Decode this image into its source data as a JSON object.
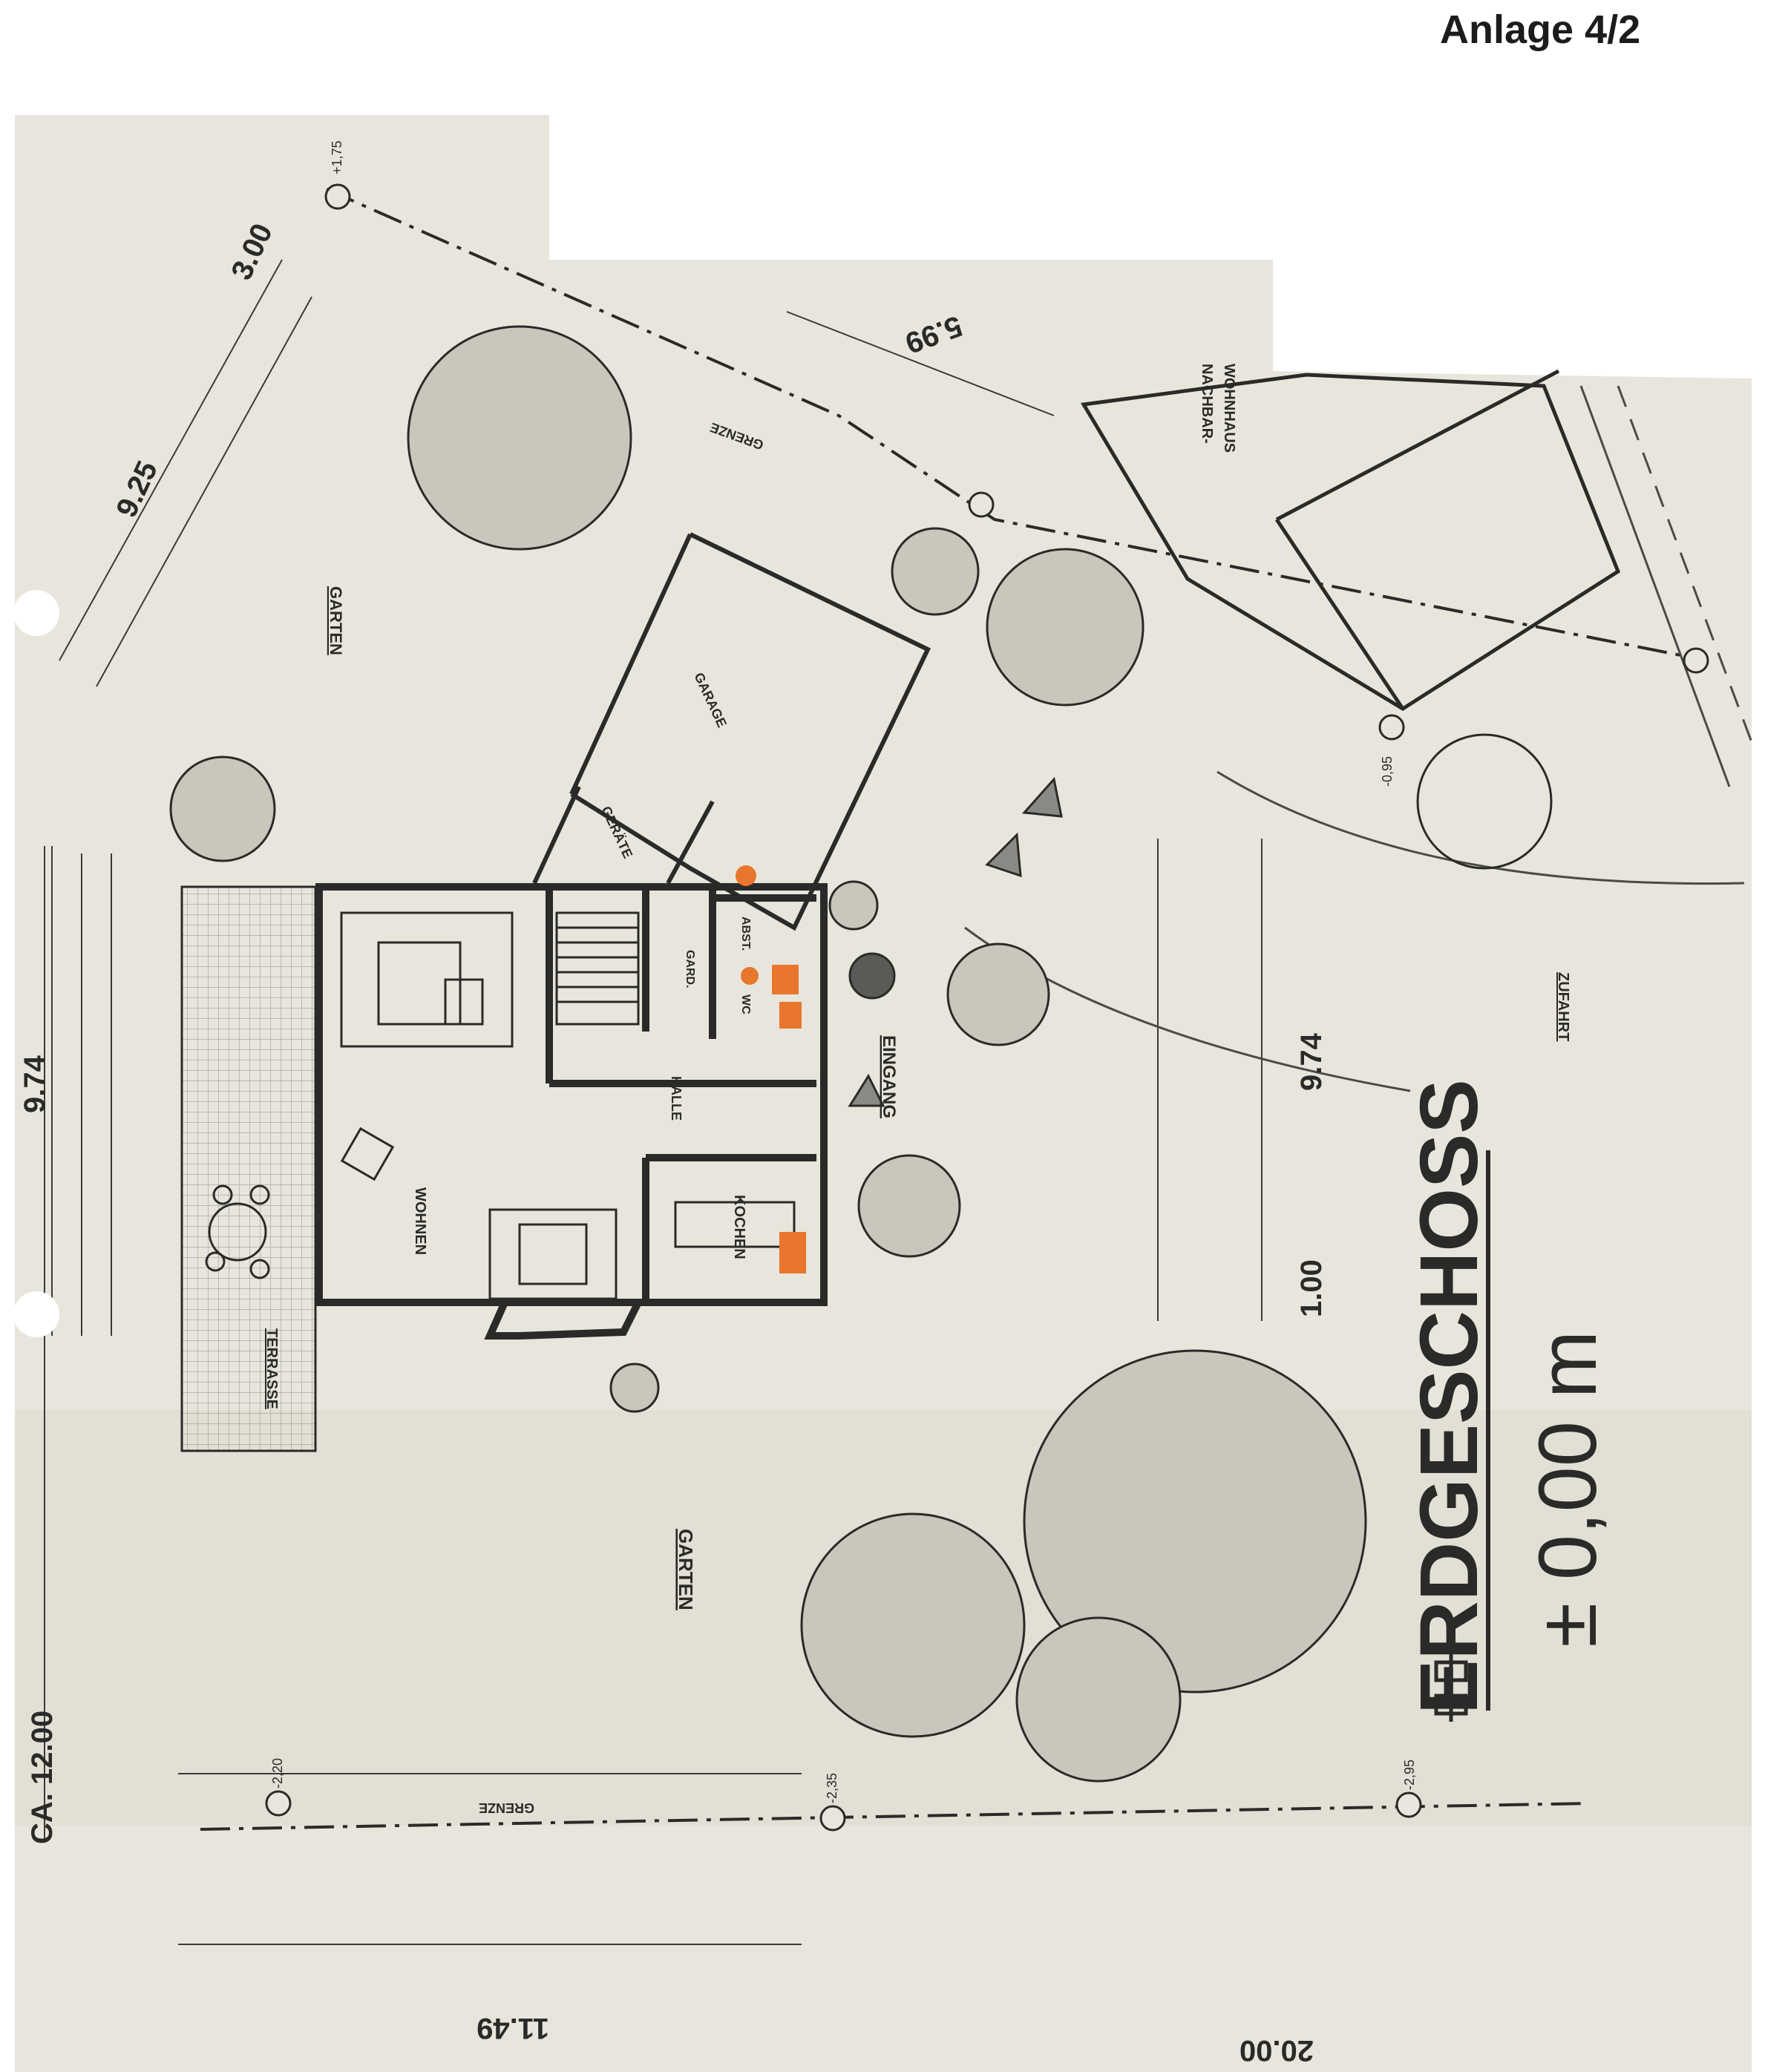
{
  "annex_label": "Anlage 4/2",
  "floor_title": "ERDGESCHOSS",
  "floor_level": "± 0,00 m",
  "rooms": {
    "wohnen": "WOHNEN",
    "kochen": "KOCHEN",
    "halle": "HALLE",
    "garderobe": "GARD.",
    "abstellraum": "ABST.",
    "wc": "WC",
    "garage": "GARAGE",
    "geraete": "GERÄTE",
    "terrasse": "TERRASSE",
    "eingang": "EINGANG",
    "garten_top": "GARTEN",
    "garten_bottom": "GARTEN",
    "zufahrt": "ZUFAHRT",
    "nachbar_1": "NACHBAR-",
    "nachbar_2": "WOHNHAUS"
  },
  "boundary": {
    "grenze_top": "GRENZE",
    "grenze_bottom": "GRENZE"
  },
  "dimensions": {
    "d_300": "3.00",
    "d_925": "9.25",
    "d_599": "5.99",
    "d_974_left": "9.74",
    "d_974_right": "9.74",
    "d_100": "1.00",
    "d_1200": "CA. 12.00",
    "d_1149": "11.49",
    "d_2000": "20.00"
  },
  "levels": {
    "l_top": "+1,75",
    "l_095": "-0,95",
    "l_220": "-2,20",
    "l_235": "-2,35",
    "l_295": "-2,95"
  },
  "colors": {
    "paper": "#e8e6dc",
    "ink": "#2a2a28",
    "fixture_orange": "#e8762c"
  }
}
